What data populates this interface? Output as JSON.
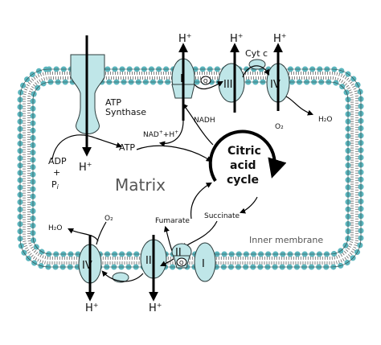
{
  "labels": {
    "matrix": "Matrix",
    "inner_membrane": "Inner membrane",
    "atp_synthase_line1": "ATP",
    "atp_synthase_line2": "Synthase",
    "atp": "ATP",
    "adp": "ADP",
    "plus": "+",
    "pi": "P",
    "pi_sub": "i",
    "nadh": "NADH",
    "nad": "NAD",
    "nad_sup": "+",
    "plus_h": "+H",
    "h_sup": "+",
    "h": "H",
    "cyt_c": "Cyt c",
    "h2o": "H₂O",
    "o2": "O₂",
    "fumarate": "Fumarate",
    "succinate": "Succinate",
    "cycle_line1": "Citric",
    "cycle_line2": "acid",
    "cycle_line3": "cycle",
    "complex_1": "I",
    "complex_2": "II",
    "complex_3": "III",
    "complex_4": "IV",
    "q": "Q"
  },
  "colors": {
    "membrane_head": "#5bb5bd",
    "protein_fill": "#bfe6e8",
    "outline": "#2c3c3c"
  }
}
